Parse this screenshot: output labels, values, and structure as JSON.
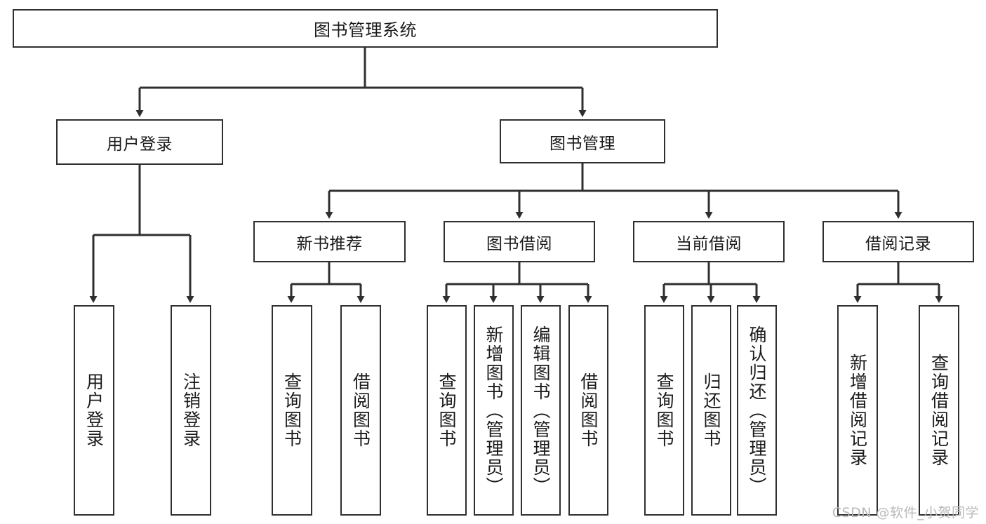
{
  "diagram": {
    "title": "图书管理系统",
    "type": "tree-hierarchy-diagram",
    "root": {
      "id": "root",
      "label": "图书管理系统"
    },
    "level2": [
      {
        "id": "user-login",
        "label": "用户登录"
      },
      {
        "id": "book-management",
        "label": "图书管理"
      }
    ],
    "level3": [
      {
        "id": "new-book-recommend",
        "label": "新书推荐",
        "parent": "book-management"
      },
      {
        "id": "book-borrow",
        "label": "图书借阅",
        "parent": "book-management"
      },
      {
        "id": "current-borrow",
        "label": "当前借阅",
        "parent": "book-management"
      },
      {
        "id": "borrow-record",
        "label": "借阅记录",
        "parent": "book-management"
      }
    ],
    "leaves": [
      {
        "id": "leaf-user-login",
        "label": "用户登录",
        "parent": "user-login"
      },
      {
        "id": "leaf-logout-login",
        "label": "注销登录",
        "parent": "user-login"
      },
      {
        "id": "leaf-query-book-1",
        "label": "查询图书",
        "parent": "new-book-recommend"
      },
      {
        "id": "leaf-borrow-book-1",
        "label": "借阅图书",
        "parent": "new-book-recommend"
      },
      {
        "id": "leaf-query-book-2",
        "label": "查询图书",
        "parent": "book-borrow"
      },
      {
        "id": "leaf-add-book",
        "label": "新增图书（管理员）",
        "parent": "book-borrow"
      },
      {
        "id": "leaf-edit-book",
        "label": "编辑图书（管理员）",
        "parent": "book-borrow"
      },
      {
        "id": "leaf-borrow-book-2",
        "label": "借阅图书",
        "parent": "book-borrow"
      },
      {
        "id": "leaf-query-book-3",
        "label": "查询图书",
        "parent": "current-borrow"
      },
      {
        "id": "leaf-return-book",
        "label": "归还图书",
        "parent": "current-borrow"
      },
      {
        "id": "leaf-confirm-return",
        "label": "确认归还（管理员）",
        "parent": "current-borrow"
      },
      {
        "id": "leaf-add-record",
        "label": "新增借阅记录",
        "parent": "borrow-record"
      },
      {
        "id": "leaf-query-record",
        "label": "查询借阅记录",
        "parent": "borrow-record"
      }
    ],
    "colors": {
      "stroke": "#2f2f2f",
      "fill": "#ffffff",
      "text": "#1a1a1a",
      "watermark": "#b9b9b9"
    }
  },
  "watermark": {
    "text": "CSDN @软件_小贺同学"
  }
}
